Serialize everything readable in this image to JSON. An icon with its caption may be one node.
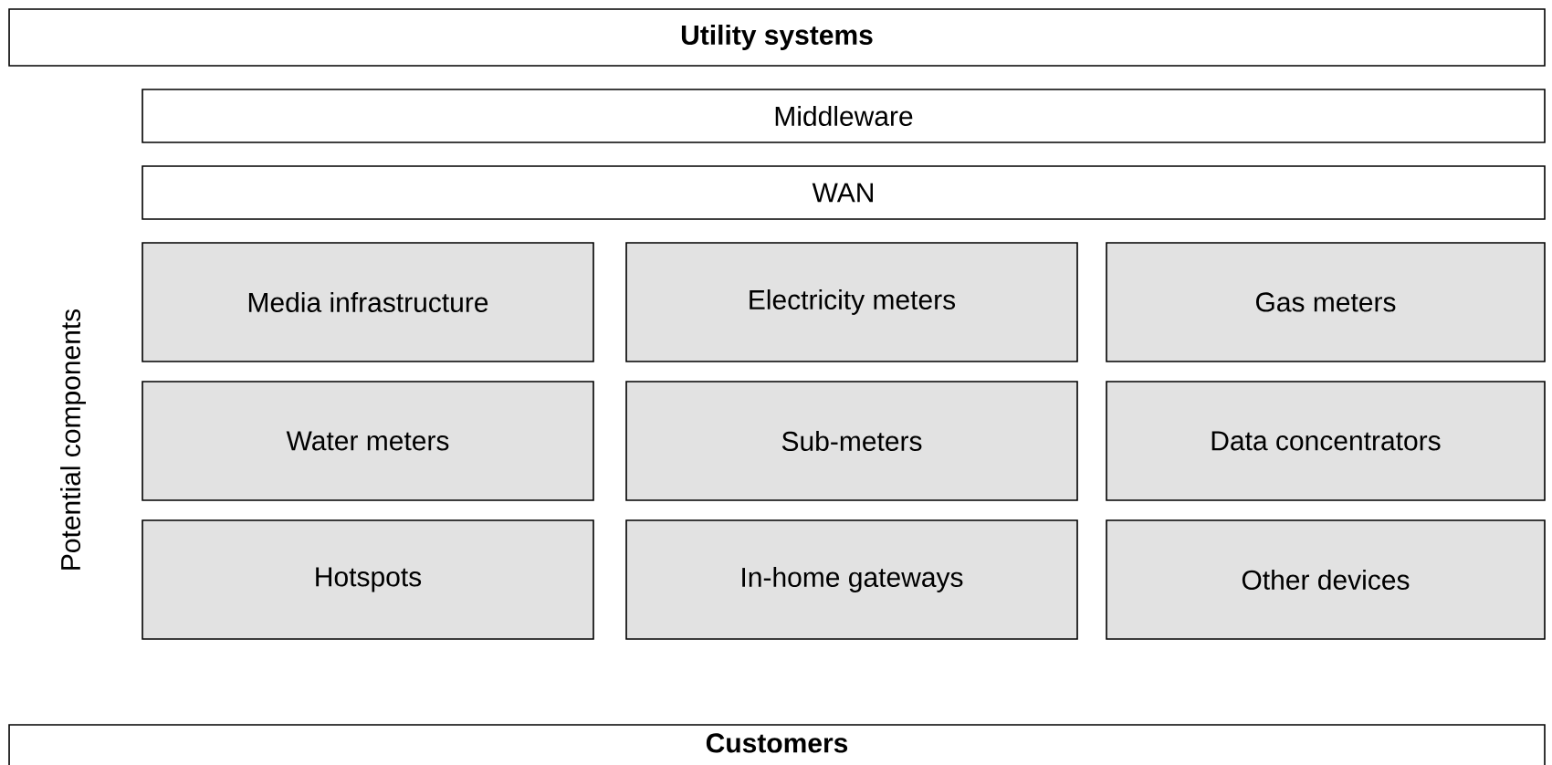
{
  "diagram": {
    "nodes": [
      {
        "text": [
          "Utility systems"
        ]
      },
      {
        "text": [
          "Middleware"
        ]
      },
      {
        "text": [
          "WAN"
        ]
      },
      {
        "text": [
          "Media infrastructure"
        ]
      },
      {
        "text": [
          "Electricity meters"
        ]
      },
      {
        "text": [
          "Gas meters"
        ]
      },
      {
        "text": [
          "Water meters"
        ]
      },
      {
        "text": [
          "Sub-meters"
        ]
      },
      {
        "text": [
          "Data concentrators"
        ]
      },
      {
        "text": [
          "Hotspots"
        ]
      },
      {
        "text": [
          "In-home gateways"
        ]
      },
      {
        "text": [
          "Other devices"
        ]
      },
      {
        "text": [
          "Customers"
        ]
      }
    ],
    "labels": [
      "Potential components"
    ]
  }
}
